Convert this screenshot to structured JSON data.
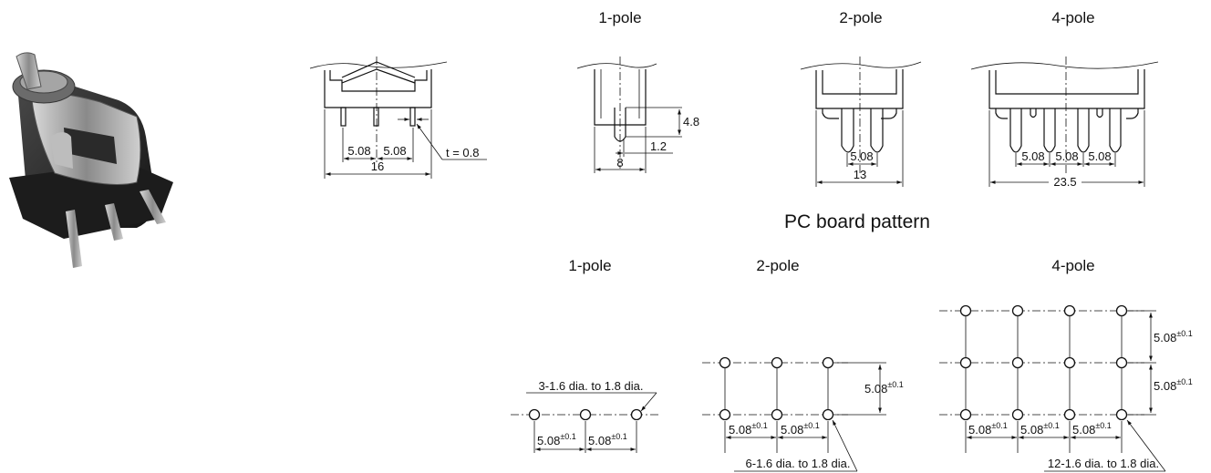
{
  "headings": {
    "one_pole": "1-pole",
    "two_pole": "2-pole",
    "four_pole": "4-pole",
    "pcb_title": "PC board pattern",
    "pcb_one_pole": "1-pole",
    "pcb_two_pole": "2-pole",
    "pcb_four_pole": "4-pole"
  },
  "front_view": {
    "pitch_1": "5.08",
    "pitch_2": "5.08",
    "width": "16",
    "thickness": "t = 0.8"
  },
  "side_view": {
    "pin_length": "4.8",
    "pin_offset": "1.2",
    "depth": "8"
  },
  "two_pole_view": {
    "pitch": "5.08",
    "width": "13"
  },
  "four_pole_view": {
    "pitch_1": "5.08",
    "pitch_2": "5.08",
    "pitch_3": "5.08",
    "width": "23.5"
  },
  "pcb": {
    "pitch": "5.08",
    "tolerance": "±0.1",
    "one_pole_holes": "3-1.6 dia. to 1.8 dia.",
    "two_pole_holes": "6-1.6 dia. to 1.8 dia.",
    "four_pole_holes": "12-1.6 dia. to 1.8 dia."
  }
}
